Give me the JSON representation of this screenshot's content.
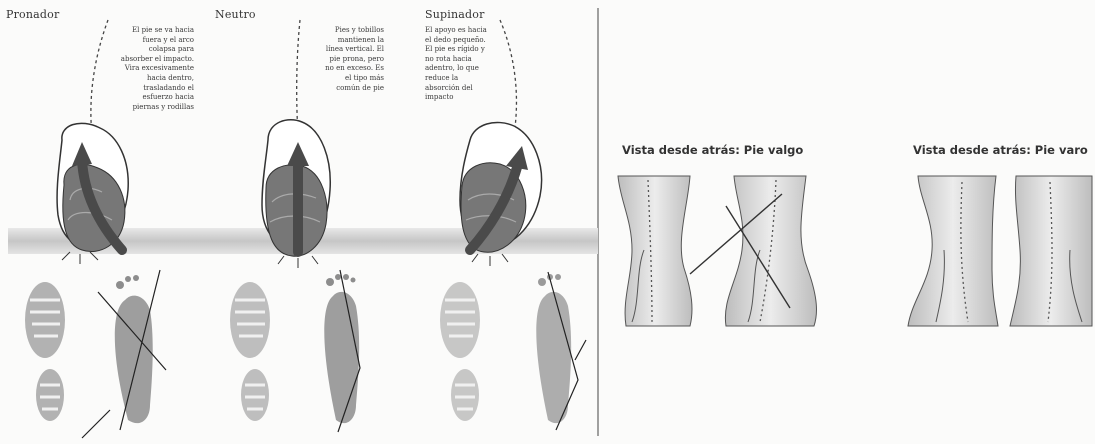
{
  "panels": [
    {
      "title": "Pronador",
      "description": "El pie se va hacia fuera y el arco colapsa para absorber el impacto. Vira excesivamente hacia dentro, trasladando el esfuerzo hacia piernas y rodillas"
    },
    {
      "title": "Neutro",
      "description": "Pies y tobillos mantienen la línea vertical. El pie prona, pero no en exceso. Es el tipo más común de pie"
    },
    {
      "title": "Supinador",
      "description": "El apoyo es hacia el dedo pequeño. El pie es rígido y no rota hacia adentro, lo que reduce la absorción del impacto"
    }
  ],
  "rear_views": [
    {
      "title": "Vista desde atrás: Pie valgo"
    },
    {
      "title": "Vista desde atrás: Pie varo"
    }
  ],
  "colors": {
    "ink": "#2a2a2a",
    "shoe_sole": "#6e6e6e",
    "ground_band": "#c9c9c9",
    "footprint": "#8a8a8a",
    "leg_fill": "#dcdcdc"
  }
}
